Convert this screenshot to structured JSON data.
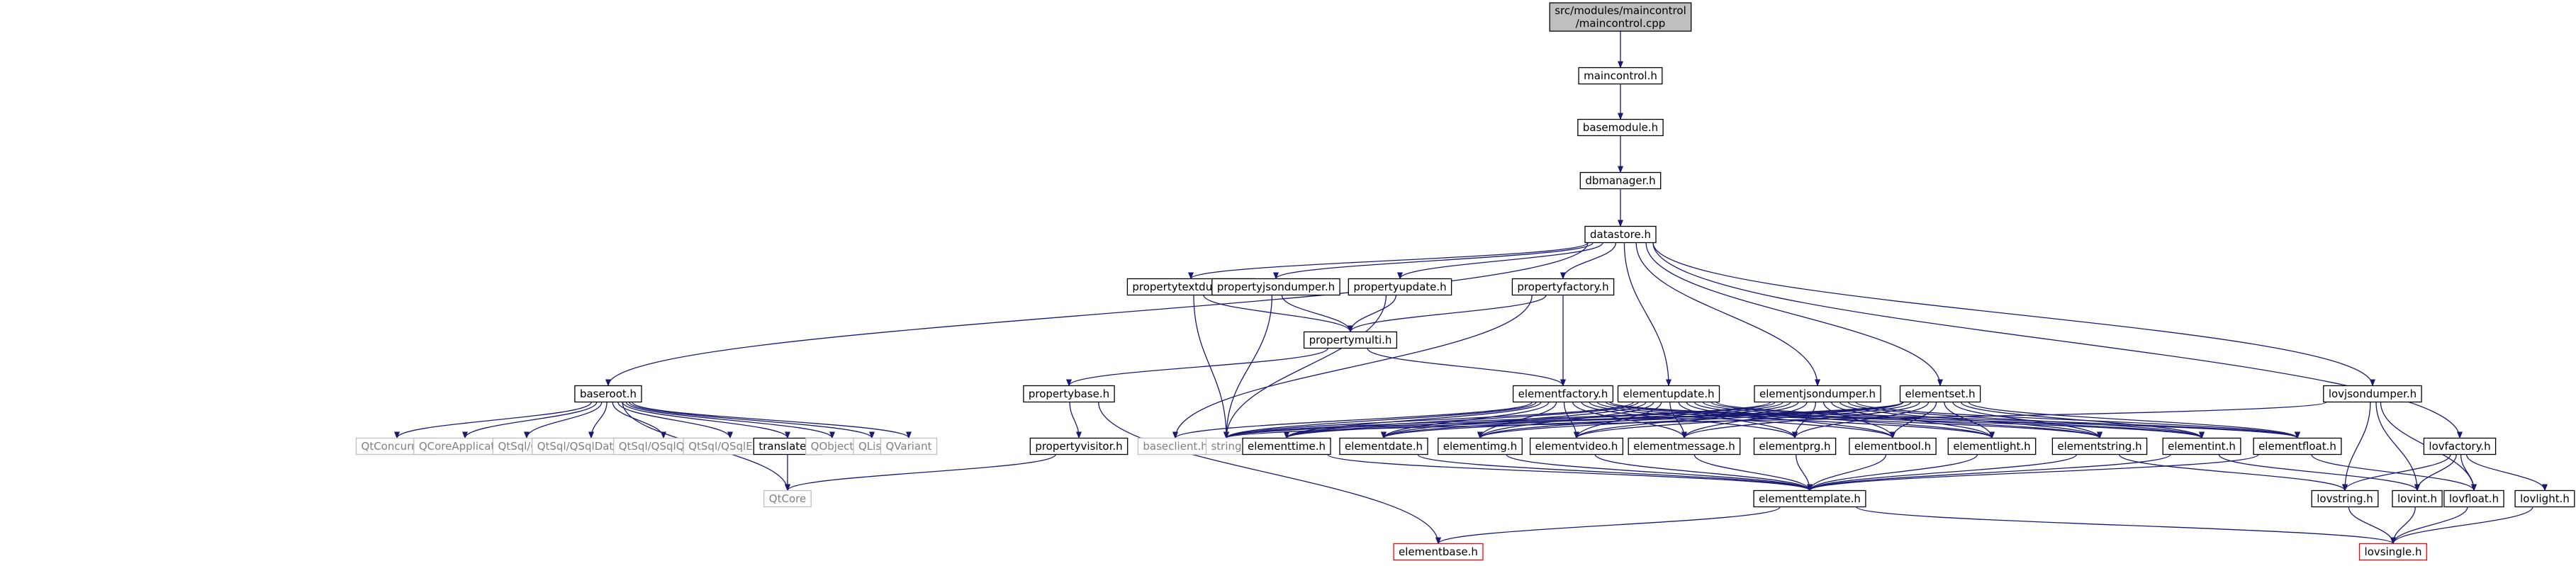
{
  "colors": {
    "edge": "#191970",
    "node_border": "#000000",
    "root_fill": "#bfbfbf",
    "external_border": "#bfbfbf",
    "external_text": "#808080",
    "truncated_border": "#ff0000",
    "text": "#000000"
  },
  "nodes": [
    {
      "id": "maincontrol_cpp",
      "label": "src/modules/maincontrol\n/maincontrol.cpp",
      "kind": "root"
    },
    {
      "id": "maincontrol_h",
      "label": "maincontrol.h",
      "kind": "normal"
    },
    {
      "id": "basemodule_h",
      "label": "basemodule.h",
      "kind": "normal"
    },
    {
      "id": "dbmanager_h",
      "label": "dbmanager.h",
      "kind": "normal"
    },
    {
      "id": "datastore_h",
      "label": "datastore.h",
      "kind": "normal"
    },
    {
      "id": "baseroot_h",
      "label": "baseroot.h",
      "kind": "normal"
    },
    {
      "id": "propertytextdumper_h",
      "label": "propertytextdumper.h",
      "kind": "normal"
    },
    {
      "id": "propertyjsondumper_h",
      "label": "propertyjsondumper.h",
      "kind": "normal"
    },
    {
      "id": "propertyupdate_h",
      "label": "propertyupdate.h",
      "kind": "normal"
    },
    {
      "id": "propertyfactory_h",
      "label": "propertyfactory.h",
      "kind": "normal"
    },
    {
      "id": "propertymulti_h",
      "label": "propertymulti.h",
      "kind": "normal"
    },
    {
      "id": "propertybase_h",
      "label": "propertybase.h",
      "kind": "normal"
    },
    {
      "id": "propertyvisitor_h",
      "label": "propertyvisitor.h",
      "kind": "normal"
    },
    {
      "id": "elementfactory_h",
      "label": "elementfactory.h",
      "kind": "normal"
    },
    {
      "id": "elementupdate_h",
      "label": "elementupdate.h",
      "kind": "normal"
    },
    {
      "id": "elementjsondumper_h",
      "label": "elementjsondumper.h",
      "kind": "normal"
    },
    {
      "id": "elementset_h",
      "label": "elementset.h",
      "kind": "normal"
    },
    {
      "id": "lovjsondumper_h",
      "label": "lovjsondumper.h",
      "kind": "normal"
    },
    {
      "id": "lovfactory_h",
      "label": "lovfactory.h",
      "kind": "normal"
    },
    {
      "id": "QtConcurrent",
      "label": "QtConcurrent",
      "kind": "external"
    },
    {
      "id": "QCoreApplication",
      "label": "QCoreApplication",
      "kind": "external"
    },
    {
      "id": "QtSql_QSql",
      "label": "QtSql/QSql",
      "kind": "external"
    },
    {
      "id": "QtSql_QSqlDatabase",
      "label": "QtSql/QSqlDatabase",
      "kind": "external"
    },
    {
      "id": "QtSql_QSqlQuery",
      "label": "QtSql/QSqlQuery",
      "kind": "external"
    },
    {
      "id": "QtSql_QSqlError",
      "label": "QtSql/QSqlError",
      "kind": "external"
    },
    {
      "id": "translate_h",
      "label": "translate.h",
      "kind": "normal"
    },
    {
      "id": "QObject",
      "label": "QObject",
      "kind": "external"
    },
    {
      "id": "QList",
      "label": "QList",
      "kind": "external"
    },
    {
      "id": "QVariant",
      "label": "QVariant",
      "kind": "external"
    },
    {
      "id": "QtCore",
      "label": "QtCore",
      "kind": "external"
    },
    {
      "id": "baseclient_h",
      "label": "baseclient.h",
      "kind": "external"
    },
    {
      "id": "string",
      "label": "string",
      "kind": "external"
    },
    {
      "id": "elementtime_h",
      "label": "elementtime.h",
      "kind": "normal"
    },
    {
      "id": "elementdate_h",
      "label": "elementdate.h",
      "kind": "normal"
    },
    {
      "id": "elementimg_h",
      "label": "elementimg.h",
      "kind": "normal"
    },
    {
      "id": "elementvideo_h",
      "label": "elementvideo.h",
      "kind": "normal"
    },
    {
      "id": "elementmessage_h",
      "label": "elementmessage.h",
      "kind": "normal"
    },
    {
      "id": "elementprg_h",
      "label": "elementprg.h",
      "kind": "normal"
    },
    {
      "id": "elementbool_h",
      "label": "elementbool.h",
      "kind": "normal"
    },
    {
      "id": "elementlight_h",
      "label": "elementlight.h",
      "kind": "normal"
    },
    {
      "id": "elementstring_h",
      "label": "elementstring.h",
      "kind": "normal"
    },
    {
      "id": "elementint_h",
      "label": "elementint.h",
      "kind": "normal"
    },
    {
      "id": "elementfloat_h",
      "label": "elementfloat.h",
      "kind": "normal"
    },
    {
      "id": "lovstring_h",
      "label": "lovstring.h",
      "kind": "normal"
    },
    {
      "id": "lovint_h",
      "label": "lovint.h",
      "kind": "normal"
    },
    {
      "id": "lovfloat_h",
      "label": "lovfloat.h",
      "kind": "normal"
    },
    {
      "id": "lovlight_h",
      "label": "lovlight.h",
      "kind": "normal"
    },
    {
      "id": "elementtemplate_h",
      "label": "elementtemplate.h",
      "kind": "normal"
    },
    {
      "id": "elementbase_h",
      "label": "elementbase.h",
      "kind": "truncated"
    },
    {
      "id": "lovsingle_h",
      "label": "lovsingle.h",
      "kind": "truncated"
    }
  ],
  "edges": [
    [
      "maincontrol_cpp",
      "maincontrol_h"
    ],
    [
      "maincontrol_h",
      "basemodule_h"
    ],
    [
      "basemodule_h",
      "dbmanager_h"
    ],
    [
      "dbmanager_h",
      "datastore_h"
    ],
    [
      "datastore_h",
      "baseroot_h"
    ],
    [
      "datastore_h",
      "propertytextdumper_h"
    ],
    [
      "datastore_h",
      "propertyjsondumper_h"
    ],
    [
      "datastore_h",
      "propertyupdate_h"
    ],
    [
      "datastore_h",
      "propertyfactory_h"
    ],
    [
      "datastore_h",
      "elementupdate_h"
    ],
    [
      "datastore_h",
      "elementjsondumper_h"
    ],
    [
      "datastore_h",
      "elementset_h"
    ],
    [
      "datastore_h",
      "lovjsondumper_h"
    ],
    [
      "datastore_h",
      "lovfactory_h"
    ],
    [
      "baseroot_h",
      "QtConcurrent"
    ],
    [
      "baseroot_h",
      "QCoreApplication"
    ],
    [
      "baseroot_h",
      "QtSql_QSql"
    ],
    [
      "baseroot_h",
      "QtSql_QSqlDatabase"
    ],
    [
      "baseroot_h",
      "QtSql_QSqlQuery"
    ],
    [
      "baseroot_h",
      "QtSql_QSqlError"
    ],
    [
      "baseroot_h",
      "translate_h"
    ],
    [
      "baseroot_h",
      "QObject"
    ],
    [
      "baseroot_h",
      "QList"
    ],
    [
      "baseroot_h",
      "QVariant"
    ],
    [
      "baseroot_h",
      "QtCore"
    ],
    [
      "translate_h",
      "QtCore"
    ],
    [
      "propertytextdumper_h",
      "propertymulti_h"
    ],
    [
      "propertytextdumper_h",
      "string"
    ],
    [
      "propertyjsondumper_h",
      "propertymulti_h"
    ],
    [
      "propertyjsondumper_h",
      "string"
    ],
    [
      "propertyupdate_h",
      "propertymulti_h"
    ],
    [
      "propertyupdate_h",
      "string"
    ],
    [
      "propertyfactory_h",
      "propertymulti_h"
    ],
    [
      "propertyfactory_h",
      "baseclient_h"
    ],
    [
      "propertyfactory_h",
      "elementfactory_h"
    ],
    [
      "propertymulti_h",
      "propertybase_h"
    ],
    [
      "propertymulti_h",
      "elementfactory_h"
    ],
    [
      "propertybase_h",
      "propertyvisitor_h"
    ],
    [
      "propertybase_h",
      "elementbase_h"
    ],
    [
      "propertyvisitor_h",
      "QtCore"
    ],
    [
      "elementfactory_h",
      "baseclient_h"
    ],
    [
      "elementfactory_h",
      "string"
    ],
    [
      "elementfactory_h",
      "elementtime_h"
    ],
    [
      "elementfactory_h",
      "elementdate_h"
    ],
    [
      "elementfactory_h",
      "elementimg_h"
    ],
    [
      "elementfactory_h",
      "elementvideo_h"
    ],
    [
      "elementfactory_h",
      "elementmessage_h"
    ],
    [
      "elementfactory_h",
      "elementprg_h"
    ],
    [
      "elementfactory_h",
      "elementbool_h"
    ],
    [
      "elementfactory_h",
      "elementlight_h"
    ],
    [
      "elementfactory_h",
      "elementstring_h"
    ],
    [
      "elementfactory_h",
      "elementint_h"
    ],
    [
      "elementfactory_h",
      "elementfloat_h"
    ],
    [
      "elementupdate_h",
      "string"
    ],
    [
      "elementupdate_h",
      "elementtime_h"
    ],
    [
      "elementupdate_h",
      "elementdate_h"
    ],
    [
      "elementupdate_h",
      "elementimg_h"
    ],
    [
      "elementupdate_h",
      "elementvideo_h"
    ],
    [
      "elementupdate_h",
      "elementmessage_h"
    ],
    [
      "elementupdate_h",
      "elementprg_h"
    ],
    [
      "elementupdate_h",
      "elementbool_h"
    ],
    [
      "elementupdate_h",
      "elementlight_h"
    ],
    [
      "elementupdate_h",
      "elementstring_h"
    ],
    [
      "elementupdate_h",
      "elementint_h"
    ],
    [
      "elementupdate_h",
      "elementfloat_h"
    ],
    [
      "elementjsondumper_h",
      "string"
    ],
    [
      "elementjsondumper_h",
      "elementtime_h"
    ],
    [
      "elementjsondumper_h",
      "elementdate_h"
    ],
    [
      "elementjsondumper_h",
      "elementimg_h"
    ],
    [
      "elementjsondumper_h",
      "elementvideo_h"
    ],
    [
      "elementjsondumper_h",
      "elementmessage_h"
    ],
    [
      "elementjsondumper_h",
      "elementprg_h"
    ],
    [
      "elementjsondumper_h",
      "elementbool_h"
    ],
    [
      "elementjsondumper_h",
      "elementlight_h"
    ],
    [
      "elementjsondumper_h",
      "elementstring_h"
    ],
    [
      "elementjsondumper_h",
      "elementint_h"
    ],
    [
      "elementjsondumper_h",
      "elementfloat_h"
    ],
    [
      "elementset_h",
      "string"
    ],
    [
      "elementset_h",
      "elementtime_h"
    ],
    [
      "elementset_h",
      "elementdate_h"
    ],
    [
      "elementset_h",
      "elementimg_h"
    ],
    [
      "elementset_h",
      "elementvideo_h"
    ],
    [
      "elementset_h",
      "elementmessage_h"
    ],
    [
      "elementset_h",
      "elementprg_h"
    ],
    [
      "elementset_h",
      "elementbool_h"
    ],
    [
      "elementset_h",
      "elementlight_h"
    ],
    [
      "elementset_h",
      "elementstring_h"
    ],
    [
      "elementset_h",
      "elementint_h"
    ],
    [
      "elementset_h",
      "elementfloat_h"
    ],
    [
      "lovjsondumper_h",
      "string"
    ],
    [
      "lovjsondumper_h",
      "lovstring_h"
    ],
    [
      "lovjsondumper_h",
      "lovint_h"
    ],
    [
      "lovjsondumper_h",
      "lovfloat_h"
    ],
    [
      "lovfactory_h",
      "lovstring_h"
    ],
    [
      "lovfactory_h",
      "lovint_h"
    ],
    [
      "lovfactory_h",
      "lovfloat_h"
    ],
    [
      "lovfactory_h",
      "lovlight_h"
    ],
    [
      "elementtime_h",
      "elementtemplate_h"
    ],
    [
      "elementdate_h",
      "elementtemplate_h"
    ],
    [
      "elementimg_h",
      "elementtemplate_h"
    ],
    [
      "elementvideo_h",
      "elementtemplate_h"
    ],
    [
      "elementmessage_h",
      "elementtemplate_h"
    ],
    [
      "elementprg_h",
      "elementtemplate_h"
    ],
    [
      "elementbool_h",
      "elementtemplate_h"
    ],
    [
      "elementlight_h",
      "elementtemplate_h"
    ],
    [
      "elementstring_h",
      "elementtemplate_h"
    ],
    [
      "elementint_h",
      "elementtemplate_h"
    ],
    [
      "elementfloat_h",
      "elementtemplate_h"
    ],
    [
      "elementstring_h",
      "lovstring_h"
    ],
    [
      "elementint_h",
      "lovint_h"
    ],
    [
      "elementfloat_h",
      "lovfloat_h"
    ],
    [
      "elementtemplate_h",
      "elementbase_h"
    ],
    [
      "elementtemplate_h",
      "lovsingle_h"
    ],
    [
      "lovstring_h",
      "lovsingle_h"
    ],
    [
      "lovint_h",
      "lovsingle_h"
    ],
    [
      "lovfloat_h",
      "lovsingle_h"
    ],
    [
      "lovlight_h",
      "lovsingle_h"
    ]
  ]
}
